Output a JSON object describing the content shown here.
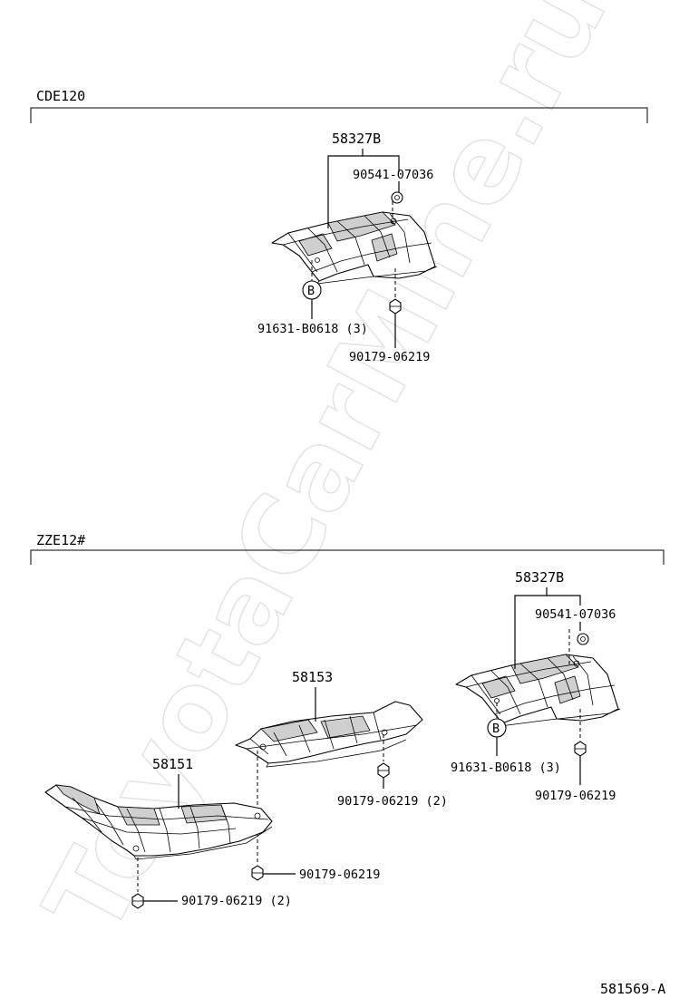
{
  "sections": [
    {
      "label": "CDE120"
    },
    {
      "label": "ZZE12#"
    }
  ],
  "cde120": {
    "part_58327b": "58327B",
    "clip_90541": "90541-07036",
    "callout_b": "B",
    "bolt_91631": "91631-B0618 (3)",
    "nut_90179": "90179-06219"
  },
  "zze12": {
    "part_58327b": "58327B",
    "clip_90541": "90541-07036",
    "callout_b": "B",
    "bolt_91631": "91631-B0618 (3)",
    "nut_90179": "90179-06219",
    "part_58153": "58153",
    "nut_58153": "90179-06219 (2)",
    "part_58151": "58151",
    "nut_58151_single": "90179-06219",
    "nut_58151_double": "90179-06219 (2)"
  },
  "diagram_id": "581569-A",
  "watermark": "ToyotaCarMine.ru"
}
